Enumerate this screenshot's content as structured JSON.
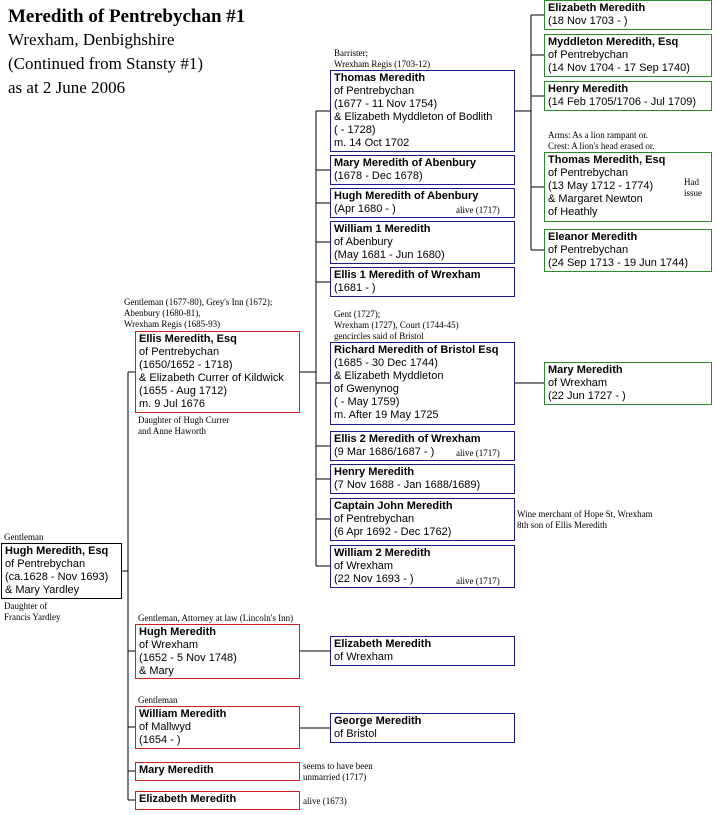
{
  "title": {
    "line1": "Meredith of Pentrebychan #1",
    "line2": "Wrexham, Denbighshire",
    "line3": "(Continued from Stansty #1)",
    "line4": "as at 2 June 2006"
  },
  "colors": {
    "gen1": "#000000",
    "gen2": "#cc2222",
    "gen3": "#1a1a8c",
    "gen4": "#2b8a2b"
  },
  "people": {
    "hugh_sr": {
      "name": "Hugh Meredith, Esq",
      "lines": [
        "of Pentrebychan",
        "(ca.1628 - Nov 1693)",
        "& Mary Yardley"
      ]
    },
    "ellis": {
      "name": "Ellis Meredith, Esq",
      "lines": [
        "of Pentrebychan",
        "(1650/1652 - 1718)",
        "& Elizabeth Currer of Kildwick",
        "(1655 - Aug 1712)",
        "m. 9 Jul 1676"
      ]
    },
    "hugh_wrexham": {
      "name": "Hugh Meredith",
      "lines": [
        "of Wrexham",
        "(1652 - 5 Nov 1748)",
        "& Mary"
      ]
    },
    "william_mallwyd": {
      "name": "William Meredith",
      "lines": [
        "of Mallwyd",
        "(1654 - )"
      ]
    },
    "mary": {
      "name": "Mary Meredith",
      "lines": []
    },
    "elizabeth": {
      "name": "Elizabeth Meredith",
      "lines": []
    },
    "thomas": {
      "name": "Thomas Meredith",
      "lines": [
        "of Pentrebychan",
        "(1677 - 11 Nov 1754)",
        "& Elizabeth Myddleton of Bodlith",
        "( - 1728)",
        "m. 14 Oct 1702"
      ]
    },
    "mary_abenbury": {
      "name": "Mary Meredith of Abenbury",
      "lines": [
        "(1678 - Dec 1678)"
      ]
    },
    "hugh_abenbury": {
      "name": "Hugh Meredith of Abenbury",
      "lines": [
        "(Apr 1680 - )"
      ]
    },
    "william1": {
      "name": "William 1 Meredith",
      "lines": [
        "of Abenbury",
        "(May 1681 - Jun 1680)"
      ]
    },
    "ellis1": {
      "name": "Ellis 1 Meredith of Wrexham",
      "lines": [
        "(1681 - )"
      ]
    },
    "richard": {
      "name": "Richard Meredith of Bristol Esq",
      "lines": [
        "(1685 - 30 Dec 1744)",
        "& Elizabeth Myddleton",
        "of Gwenynog",
        "( - May 1759)",
        "m. After 19 May 1725"
      ]
    },
    "ellis2": {
      "name": "Ellis 2 Meredith of Wrexham",
      "lines": [
        "(9 Mar 1686/1687 - )"
      ]
    },
    "henry": {
      "name": "Henry Meredith",
      "lines": [
        "(7 Nov 1688 - Jan 1688/1689)"
      ]
    },
    "john": {
      "name": "Captain John Meredith",
      "lines": [
        "of Pentrebychan",
        "(6 Apr 1692 - Dec 1762)"
      ]
    },
    "william2": {
      "name": "William 2 Meredith",
      "lines": [
        "of Wrexham",
        "(22 Nov 1693 - )"
      ]
    },
    "elizabeth_wrexham": {
      "name": "Elizabeth Meredith",
      "lines": [
        "of Wrexham"
      ]
    },
    "george": {
      "name": "George Meredith",
      "lines": [
        "of Bristol"
      ]
    },
    "elizabeth_1703": {
      "name": "Elizabeth Meredith",
      "lines": [
        "(18 Nov 1703 - )"
      ]
    },
    "myddleton": {
      "name": "Myddleton Meredith, Esq",
      "lines": [
        "of Pentrebychan",
        "(14 Nov 1704 - 17 Sep 1740)"
      ]
    },
    "henry_1705": {
      "name": "Henry Meredith",
      "lines": [
        "(14 Feb 1705/1706 - Jul 1709)"
      ]
    },
    "thomas_1712": {
      "name": "Thomas Meredith, Esq",
      "lines": [
        "of Pentrebychan",
        "(13 May 1712 - 1774)",
        "& Margaret Newton",
        "of Heathly"
      ]
    },
    "eleanor": {
      "name": "Eleanor Meredith",
      "lines": [
        "of Pentrebychan",
        "(24 Sep 1713 - 19 Jun 1744)"
      ]
    },
    "mary_1727": {
      "name": "Mary Meredith",
      "lines": [
        "of Wrexham",
        "(22 Jun 1727 - )"
      ]
    }
  },
  "notes": {
    "hugh_sr_above": [
      "Gentleman"
    ],
    "hugh_sr_below": [
      "Daughter of",
      "Francis Yardley"
    ],
    "ellis_above": [
      "Gentleman (1677-80), Grey's Inn (1672);",
      "Abenbury (1680-81),",
      "Wrexham Regis (1685-93)"
    ],
    "ellis_below": [
      "Daughter of Hugh Currer",
      "and Anne Haworth"
    ],
    "hugh_wrexham_above": [
      "Gentleman, Attorney at law (Lincoln's Inn)"
    ],
    "william_mallwyd_above": [
      "Gentleman"
    ],
    "mary_right": [
      "seems to have been",
      "unmarried (1717)"
    ],
    "elizabeth_right": [
      "alive (1673)"
    ],
    "thomas_above": [
      "Barrister;",
      "Wrexham Regis (1703-12)"
    ],
    "richard_above": [
      "Gent (1727);",
      "Wrexham (1727), Court (1744-45)",
      "gencircles said of Bristol"
    ],
    "john_right": [
      "Wine merchant of Hope St, Wrexham",
      "8th son of Ellis Meredith"
    ],
    "thomas_1712_above": [
      "Arms: As a lion rampant or.",
      "Crest: A lion's head erased or."
    ],
    "thomas_1712_right": [
      "Had",
      "issue"
    ],
    "hugh_abenbury_inline": "alive (1717)",
    "ellis2_inline": "alive (1717)",
    "william2_inline": "alive (1717)"
  }
}
